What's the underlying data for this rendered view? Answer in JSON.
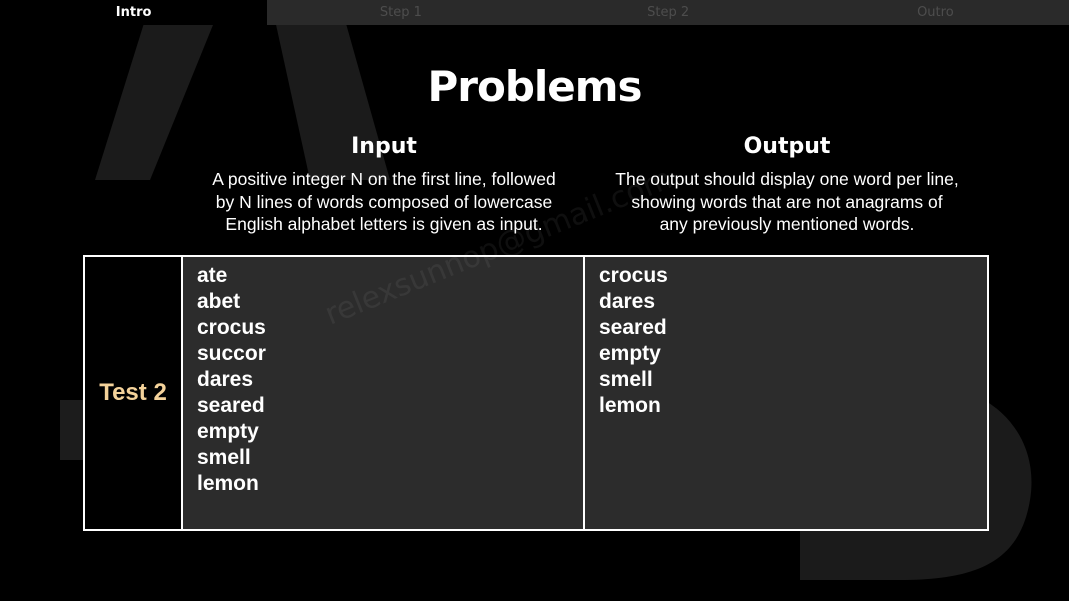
{
  "tabs": [
    {
      "label": "Intro",
      "active": true
    },
    {
      "label": "Step 1",
      "active": false
    },
    {
      "label": "Step 2",
      "active": false
    },
    {
      "label": "Outro",
      "active": false
    }
  ],
  "title": "Problems",
  "input": {
    "heading": "Input",
    "description": [
      "A positive integer N on the first line, followed",
      "by N lines of words composed of lowercase",
      "English alphabet letters is given as input."
    ]
  },
  "output": {
    "heading": "Output",
    "description": [
      "The output should display one word per line,",
      "showing words that are not anagrams of",
      "any previously mentioned words."
    ]
  },
  "test": {
    "label": "Test 2",
    "input_words": [
      "ate",
      "abet",
      "crocus",
      "succor",
      "dares",
      "seared",
      "empty",
      "smell",
      "lemon"
    ],
    "output_words": [
      "crocus",
      "dares",
      "seared",
      "empty",
      "smell",
      "lemon"
    ]
  },
  "watermark": "relexsunnop@gmail.com",
  "colors": {
    "accent_label": "#f4d29a",
    "cell_bg": "#2c2c2c",
    "tab_inactive": "#2a2a2a"
  }
}
